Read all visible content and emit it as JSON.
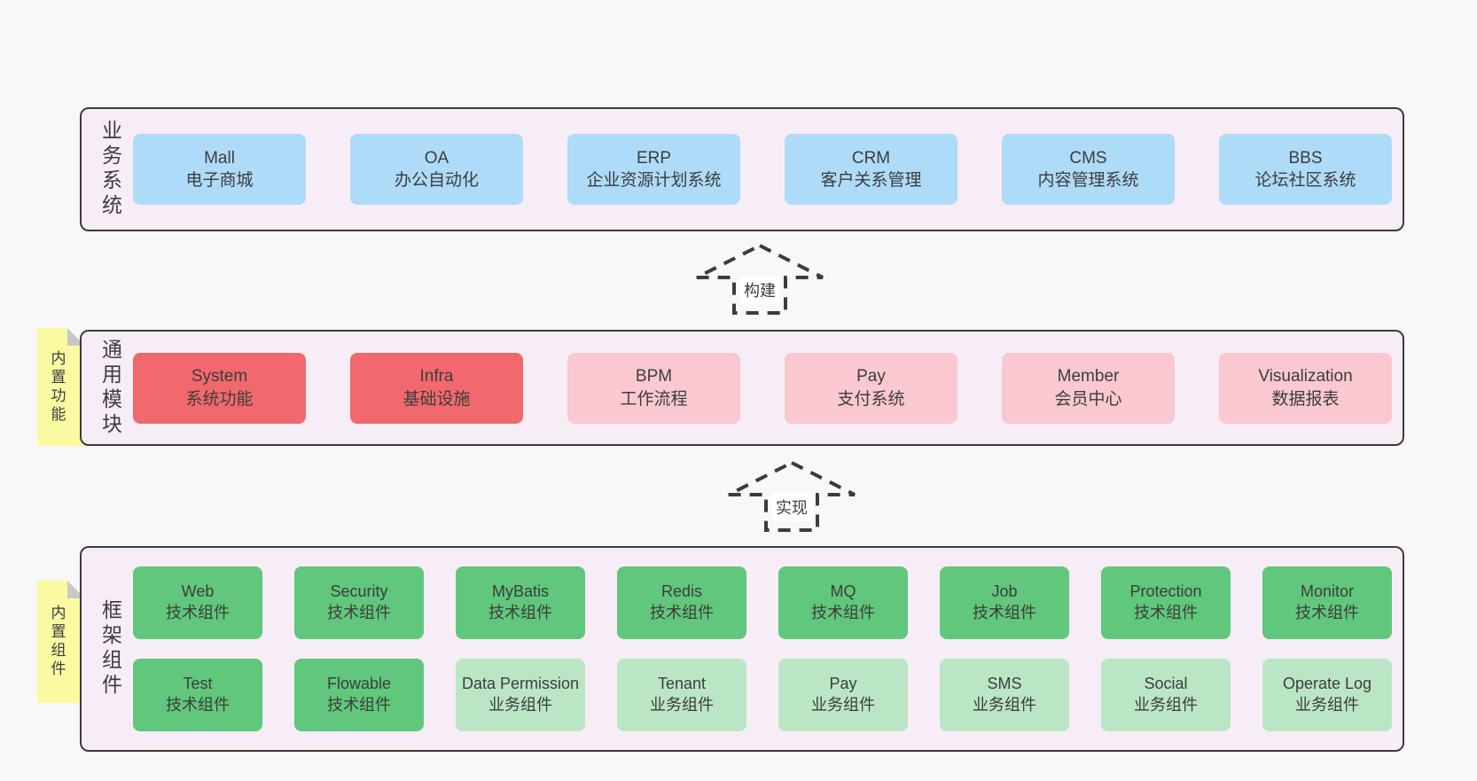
{
  "palette": {
    "page_bg": "#f8f8f8",
    "band_bg": "#f7edf6",
    "line": "#3c3c3c",
    "text": "#3d3d3d",
    "blue": "#aedbf8",
    "red": "#f1696c",
    "pink": "#f9c8d1",
    "green": "#60c77c",
    "lightgreen": "#bbe6c5",
    "note_yellow": "#fafaa3",
    "note_fold": "#c8c8c8",
    "arrow_label_bg": "#ffffff"
  },
  "arrows": [
    {
      "label": "构建"
    },
    {
      "label": "实现"
    }
  ],
  "bands": [
    {
      "id": "business-systems",
      "label": "业务系统",
      "note": null,
      "rows": [
        [
          {
            "title": "Mall",
            "subtitle": "电子商城",
            "color": "blue"
          },
          {
            "title": "OA",
            "subtitle": "办公自动化",
            "color": "blue"
          },
          {
            "title": "ERP",
            "subtitle": "企业资源计划系统",
            "color": "blue"
          },
          {
            "title": "CRM",
            "subtitle": "客户关系管理",
            "color": "blue"
          },
          {
            "title": "CMS",
            "subtitle": "内容管理系统",
            "color": "blue"
          },
          {
            "title": "BBS",
            "subtitle": "论坛社区系统",
            "color": "blue"
          }
        ]
      ]
    },
    {
      "id": "common-modules",
      "label": "通用模块",
      "note": "内置功能",
      "rows": [
        [
          {
            "title": "System",
            "subtitle": "系统功能",
            "color": "red"
          },
          {
            "title": "Infra",
            "subtitle": "基础设施",
            "color": "red"
          },
          {
            "title": "BPM",
            "subtitle": "工作流程",
            "color": "pink"
          },
          {
            "title": "Pay",
            "subtitle": "支付系统",
            "color": "pink"
          },
          {
            "title": "Member",
            "subtitle": "会员中心",
            "color": "pink"
          },
          {
            "title": "Visualization",
            "subtitle": "数据报表",
            "color": "pink"
          }
        ]
      ]
    },
    {
      "id": "framework-components",
      "label": "框架组件",
      "note": "内置组件",
      "rows": [
        [
          {
            "title": "Web",
            "subtitle": "技术组件",
            "color": "green"
          },
          {
            "title": "Security",
            "subtitle": "技术组件",
            "color": "green"
          },
          {
            "title": "MyBatis",
            "subtitle": "技术组件",
            "color": "green"
          },
          {
            "title": "Redis",
            "subtitle": "技术组件",
            "color": "green"
          },
          {
            "title": "MQ",
            "subtitle": "技术组件",
            "color": "green"
          },
          {
            "title": "Job",
            "subtitle": "技术组件",
            "color": "green"
          },
          {
            "title": "Protection",
            "subtitle": "技术组件",
            "color": "green"
          },
          {
            "title": "Monitor",
            "subtitle": "技术组件",
            "color": "green"
          }
        ],
        [
          {
            "title": "Test",
            "subtitle": "技术组件",
            "color": "green"
          },
          {
            "title": "Flowable",
            "subtitle": "技术组件",
            "color": "green"
          },
          {
            "title": "Data Permission",
            "subtitle": "业务组件",
            "color": "lightgreen"
          },
          {
            "title": "Tenant",
            "subtitle": "业务组件",
            "color": "lightgreen"
          },
          {
            "title": "Pay",
            "subtitle": "业务组件",
            "color": "lightgreen"
          },
          {
            "title": "SMS",
            "subtitle": "业务组件",
            "color": "lightgreen"
          },
          {
            "title": "Social",
            "subtitle": "业务组件",
            "color": "lightgreen"
          },
          {
            "title": "Operate Log",
            "subtitle": "业务组件",
            "color": "lightgreen"
          }
        ]
      ]
    }
  ]
}
